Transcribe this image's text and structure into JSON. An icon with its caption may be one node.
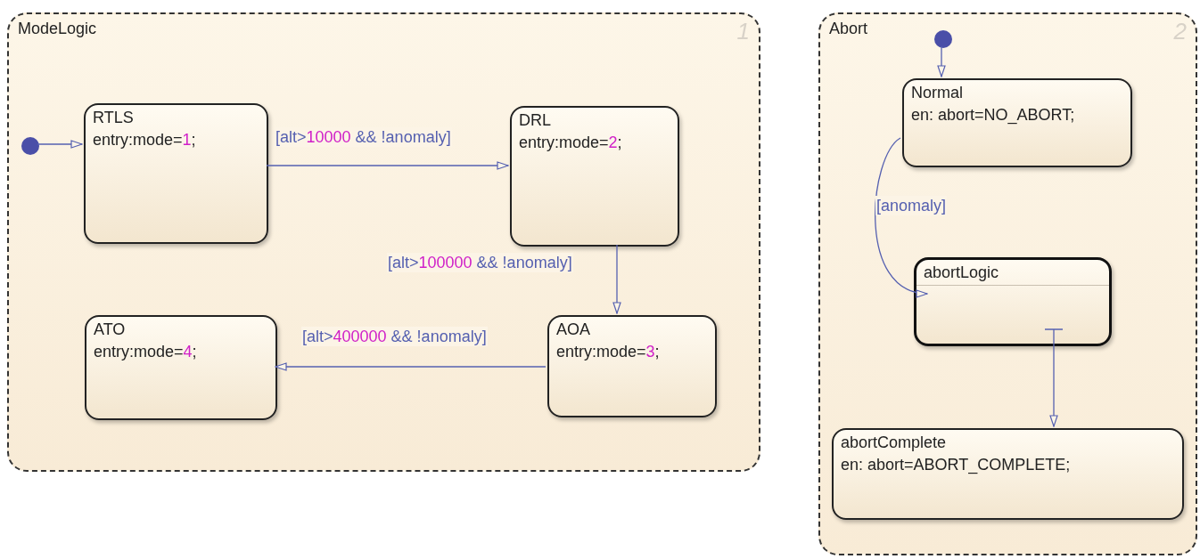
{
  "diagram": {
    "nodes": [
      {
        "text": [
          "ModeLogic",
          "1"
        ]
      },
      {
        "text": [],
        "shape": "circle",
        "in": 0
      },
      {
        "text": [
          "RTLS",
          "entry:mode=1;"
        ],
        "in": 0
      },
      {
        "text": [
          "DRL",
          "entry:mode=2;"
        ],
        "in": 0
      },
      {
        "text": [
          "AOA",
          "entry:mode=3;"
        ],
        "in": 0
      },
      {
        "text": [
          "ATO",
          "entry:mode=4;"
        ],
        "in": 0
      },
      {
        "text": [
          "Abort",
          "2"
        ]
      },
      {
        "text": [],
        "shape": "circle",
        "in": 6
      },
      {
        "text": [
          "Normal",
          "en: abort=NO_ABORT;"
        ],
        "in": 6
      },
      {
        "text": [
          "abortLogic"
        ],
        "in": 6
      },
      {
        "text": [
          "abortComplete",
          "en: abort=ABORT_COMPLETE;"
        ],
        "in": 6
      }
    ],
    "edges": [
      {
        "from": 1,
        "to": 2,
        "arrow": "to"
      },
      {
        "from": 2,
        "to": 3,
        "arrow": "to",
        "label": "[alt>10000 && !anomaly]"
      },
      {
        "from": 3,
        "to": 4,
        "arrow": "to",
        "label": "[alt>100000 && !anomaly]"
      },
      {
        "from": 4,
        "to": 5,
        "arrow": "to",
        "label": "[alt>400000 && !anomaly]"
      },
      {
        "from": 7,
        "to": 8,
        "arrow": "to"
      },
      {
        "from": 8,
        "to": 9,
        "arrow": "to",
        "label": "[anomaly]"
      },
      {
        "from": 9,
        "to": 10,
        "arrow": "to"
      }
    ]
  }
}
